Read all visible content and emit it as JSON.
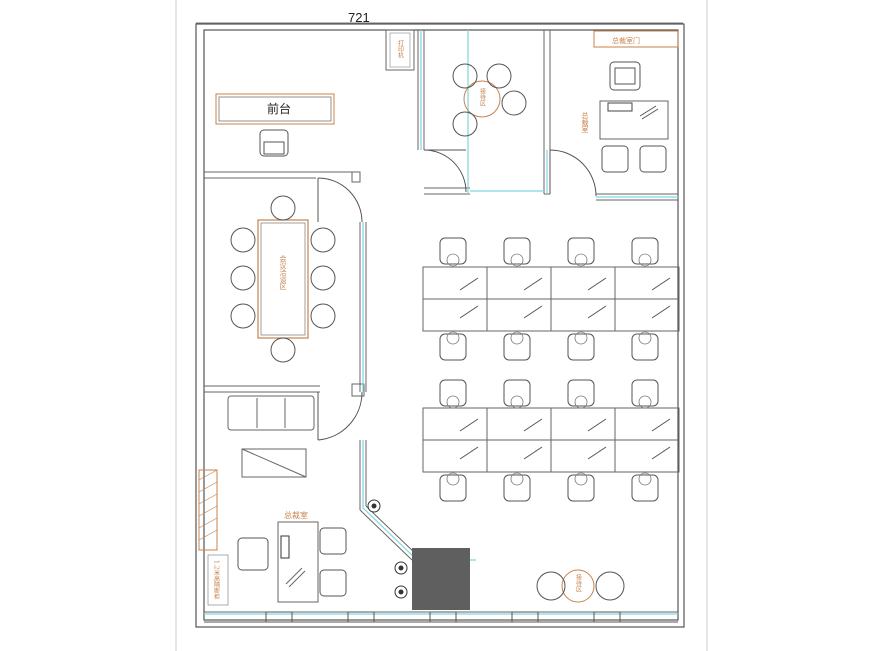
{
  "dimension_label": "721",
  "rooms": {
    "reception_desk_label": "前台",
    "meeting_table_label": "会议洽谈区",
    "reception_area_top_label": "接待区",
    "reception_area_bottom_label": "接待区",
    "manager_office_top_label": "总裁室",
    "manager_office_left_label": "总裁室",
    "printer_label": "打印机",
    "top_right_note": "总裁室门",
    "left_wall_note": "1.2米高隔断柜"
  },
  "colors": {
    "wall": "#555555",
    "glass": "#7fd6e0",
    "accent": "#c8824a",
    "furniture": "#6b6b6b",
    "pillar": "#5f5f5f"
  },
  "icons": [
    "chair-icon",
    "desk-icon",
    "door-swing-icon",
    "column-icon",
    "fire-extinguisher-icon"
  ]
}
